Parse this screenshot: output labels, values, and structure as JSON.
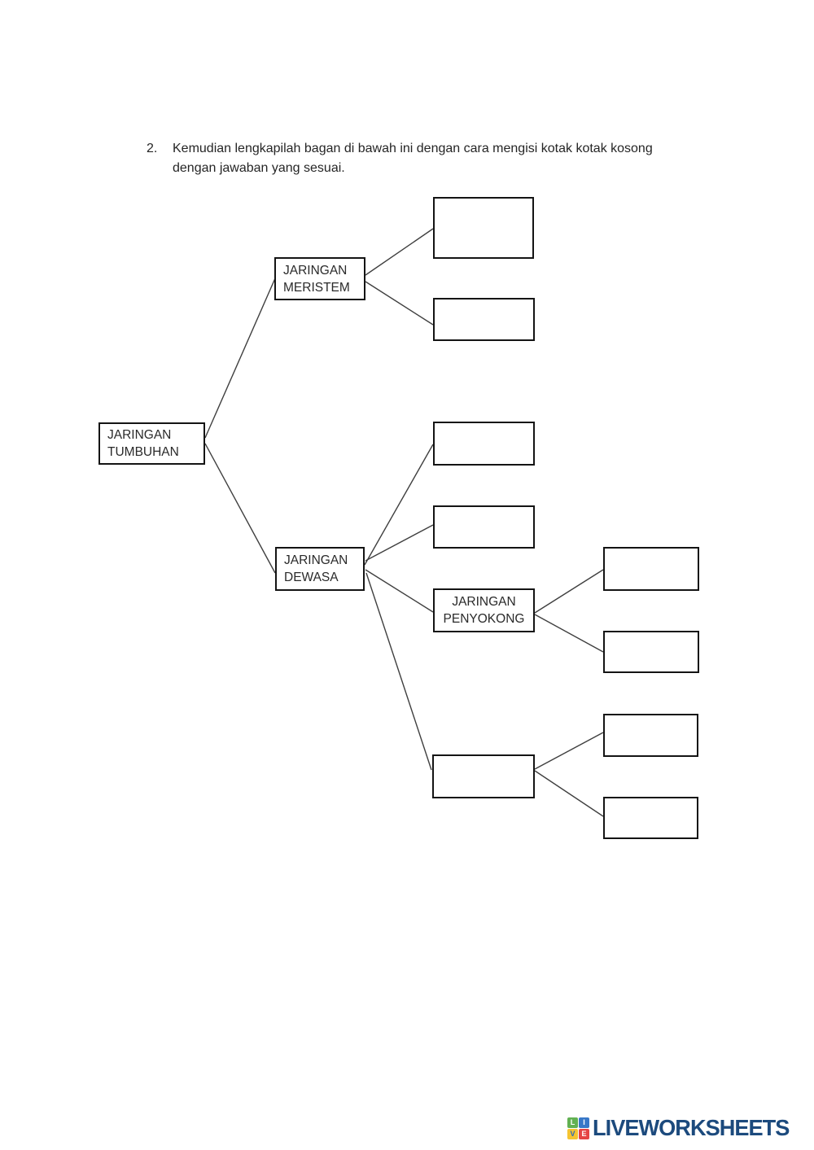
{
  "instruction": {
    "number": "2.",
    "text": "Kemudian lengkapilah bagan di bawah ini dengan cara mengisi kotak kotak kosong dengan jawaban yang sesuai."
  },
  "diagram": {
    "root": {
      "label": "JARINGAN TUMBUHAN"
    },
    "meristem": {
      "label": "JARINGAN MERISTEM"
    },
    "dewasa": {
      "label": "JARINGAN DEWASA"
    },
    "penyokong": {
      "label": "JARINGAN PENYOKONG"
    },
    "empty_boxes": 9
  },
  "footer": {
    "logo_text": "LIVEWORKSHEETS",
    "logo_text_color": "#1c4a7d",
    "logo_grid": [
      {
        "letter": "L",
        "bg": "#62b152",
        "fg": "#ffffff"
      },
      {
        "letter": "I",
        "bg": "#3878c8",
        "fg": "#ffffff"
      },
      {
        "letter": "V",
        "bg": "#f5c431",
        "fg": "#2e6cb5"
      },
      {
        "letter": "E",
        "bg": "#e54444",
        "fg": "#ffffff"
      }
    ]
  },
  "colors": {
    "box_border": "#141414",
    "connector": "#3f3f3f",
    "text": "#252525"
  }
}
